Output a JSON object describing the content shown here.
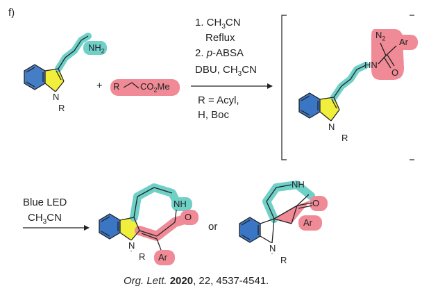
{
  "panel_label": "f)",
  "step1": {
    "line1": "1. CH",
    "line1_sub": "3",
    "line1_tail": "CN",
    "line2": "Reflux",
    "line3_num": "2. ",
    "line3_it": "p",
    "line3_tail": "-ABSA",
    "line4": "DBU, CH",
    "line4_sub": "3",
    "line4_tail": "CN",
    "cond_r1": "R = Acyl,",
    "cond_r2": "H, Boc"
  },
  "step2": {
    "line1": "Blue LED",
    "line2": "CH",
    "line2_sub": "3",
    "line2_tail": "CN"
  },
  "labels": {
    "plus": "+",
    "or": "or",
    "nh2": "NH",
    "nh2_sub": "2",
    "n": "N",
    "r": "R",
    "hn": "HN",
    "nh": "NH",
    "o": "O",
    "ar": "Ar",
    "n2": "N",
    "n2_sub": "2",
    "co2me": "CO",
    "co2me_sub": "2",
    "co2me_tail": "Me"
  },
  "citation": {
    "journal": "Org. Lett.",
    "year": "2020",
    "rest": ", 22, 4537-4541."
  },
  "colors": {
    "teal": "#6fd0c8",
    "pink": "#ef8a96",
    "yellow": "#f2ef3c",
    "blue": "#3b76c4",
    "ink": "#222222"
  }
}
